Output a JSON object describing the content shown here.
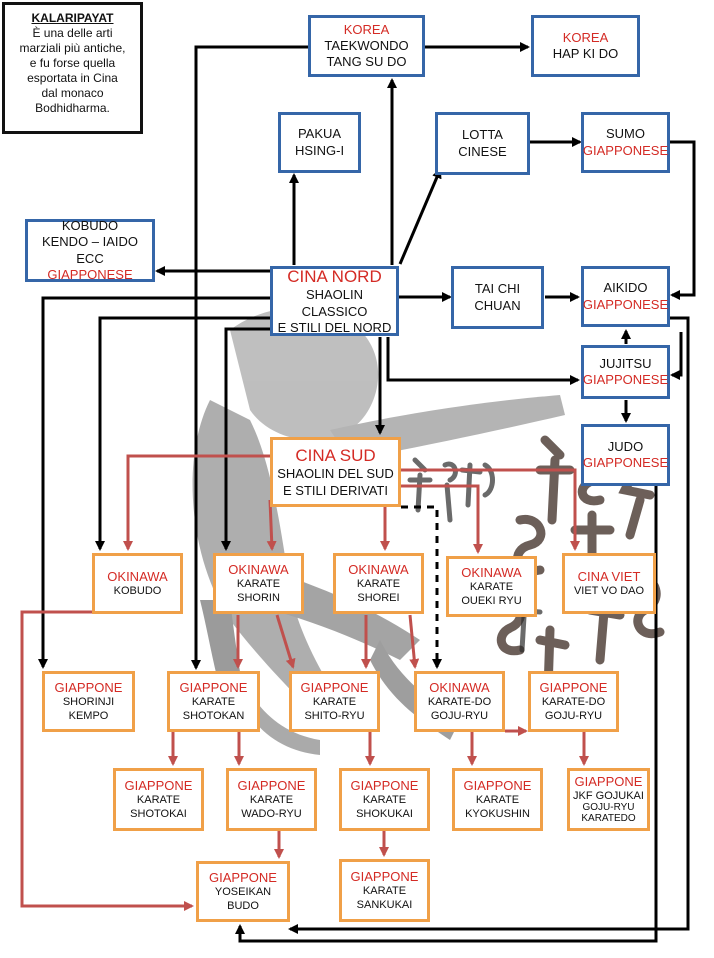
{
  "colors": {
    "line_black": "#000000",
    "line_red": "#c0504d",
    "border_blue": "#3566a8",
    "border_orange": "#f0a048",
    "text_red": "#d42b25"
  },
  "note": {
    "title": "KALARIPAYAT",
    "lines": [
      "È una delle arti",
      "marziali più antiche,",
      "e fu forse quella",
      "esportata in Cina",
      "dal monaco",
      "Bodhidharma."
    ]
  },
  "nodes": {
    "korea_tkd": {
      "l1": "KOREA",
      "l2": "TAEKWONDO",
      "l3": "TANG SU DO"
    },
    "korea_hkd": {
      "l1": "KOREA",
      "l2": "HAP KI DO"
    },
    "pakua": {
      "l1": "PAKUA",
      "l2": "HSING-I"
    },
    "lotta": {
      "l1": "LOTTA CINESE"
    },
    "sumo": {
      "l1": "SUMO",
      "l2": "GIAPPONESE"
    },
    "kobudo_jp": {
      "l1": "KOBUDO",
      "l2": "KENDO – IAIDO ECC",
      "l3": "GIAPPONESE"
    },
    "cina_nord": {
      "l1": "CINA NORD",
      "l2": "SHAOLIN CLASSICO",
      "l3": "E  STILI DEL NORD"
    },
    "taichi": {
      "l1": "TAI CHI",
      "l2": "CHUAN"
    },
    "aikido": {
      "l1": "AIKIDO",
      "l2": "GIAPPONESE"
    },
    "jujitsu": {
      "l1": "JUJITSU",
      "l2": "GIAPPONESE"
    },
    "judo": {
      "l1": "JUDO",
      "l2": "GIAPPONESE"
    },
    "cina_sud": {
      "l1": "CINA SUD",
      "l2": "SHAOLIN  DEL SUD",
      "l3": "E  STILI DERIVATI"
    },
    "oki_kobudo": {
      "l1": "OKINAWA",
      "l2": "KOBUDO"
    },
    "oki_shorin": {
      "l1": "OKINAWA",
      "l2": "KARATE",
      "l3": "SHORIN"
    },
    "oki_shorei": {
      "l1": "OKINAWA",
      "l2": "KARATE",
      "l3": "SHOREI"
    },
    "oki_oueki": {
      "l1": "OKINAWA",
      "l2": "KARATE",
      "l3": "OUEKI RYU"
    },
    "cina_viet": {
      "l1": "CINA VIET",
      "l2": "VIET VO DAO"
    },
    "gp_shorinji": {
      "l1": "GIAPPONE",
      "l2": "SHORINJI",
      "l3": "KEMPO"
    },
    "gp_shotokan": {
      "l1": "GIAPPONE",
      "l2": "KARATE",
      "l3": "SHOTOKAN"
    },
    "gp_shito": {
      "l1": "GIAPPONE",
      "l2": "KARATE",
      "l3": "SHITO-RYU"
    },
    "oki_goju": {
      "l1": "OKINAWA",
      "l2": "KARATE-DO",
      "l3": "GOJU-RYU"
    },
    "gp_goju": {
      "l1": "GIAPPONE",
      "l2": "KARATE-DO",
      "l3": "GOJU-RYU"
    },
    "gp_shotokai": {
      "l1": "GIAPPONE",
      "l2": "KARATE",
      "l3": "SHOTOKAI"
    },
    "gp_wado": {
      "l1": "GIAPPONE",
      "l2": "KARATE",
      "l3": "WADO-RYU"
    },
    "gp_shokukai": {
      "l1": "GIAPPONE",
      "l2": "KARATE",
      "l3": "SHOKUKAI"
    },
    "gp_kyokushin": {
      "l1": "GIAPPONE",
      "l2": "KARATE",
      "l3": "KYOKUSHIN"
    },
    "gp_gojukai": {
      "l1": "GIAPPONE",
      "l2": "JKF GOJUKAI",
      "l3": "GOJU-RYU",
      "l4": "KARATEDO"
    },
    "gp_yoseikan": {
      "l1": "GIAPPONE",
      "l2": "YOSEIKAN BUDO"
    },
    "gp_sankukai": {
      "l1": "GIAPPONE",
      "l2": "KARATE",
      "l3": "SANKUKAI"
    }
  }
}
